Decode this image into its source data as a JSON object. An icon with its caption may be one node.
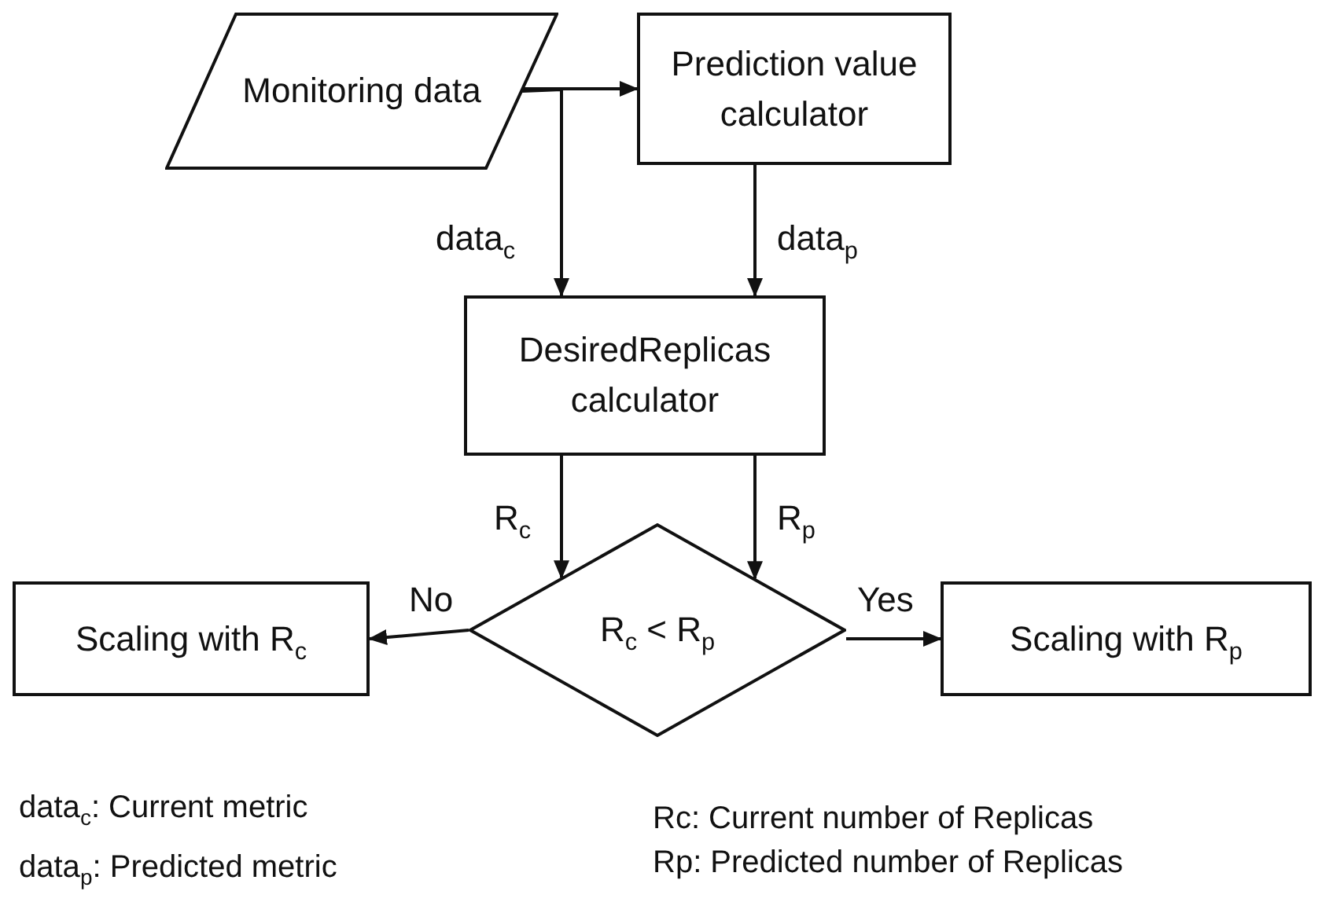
{
  "diagram": {
    "nodes": [
      {
        "text": [
          "Monitoring data"
        ]
      },
      {
        "text": [
          "Prediction value calculator"
        ]
      },
      {
        "text": [
          "DesiredReplicas calculator"
        ]
      },
      {
        "text": [
          "R$_{c}$ < R$_{p}$"
        ]
      },
      {
        "text": [
          "Scaling with R$_{c}$"
        ]
      },
      {
        "text": [
          "Scaling with R$_{p}$"
        ]
      }
    ],
    "edges": [
      {
        "from": 0,
        "to": 1,
        "arrow": "to"
      },
      {
        "from": 0,
        "to": 2,
        "arrow": "to",
        "label": "data$_{c}$"
      },
      {
        "from": 1,
        "to": 2,
        "arrow": "to",
        "label": "data$_{p}$"
      },
      {
        "from": 2,
        "to": 3,
        "arrow": "to",
        "label": "R$_{c}$"
      },
      {
        "from": 2,
        "to": 3,
        "arrow": "to",
        "label": "R$_{p}$"
      },
      {
        "from": 3,
        "to": 4,
        "arrow": "to",
        "label": "No"
      },
      {
        "from": 3,
        "to": 5,
        "arrow": "to",
        "label": "Yes"
      }
    ],
    "labels": [
      "data$_{c}$: Current metric",
      "data$_{p}$: Predicted metric",
      "Rc: Current number of Replicas",
      "Rp: Predicted number of Replicas"
    ]
  }
}
